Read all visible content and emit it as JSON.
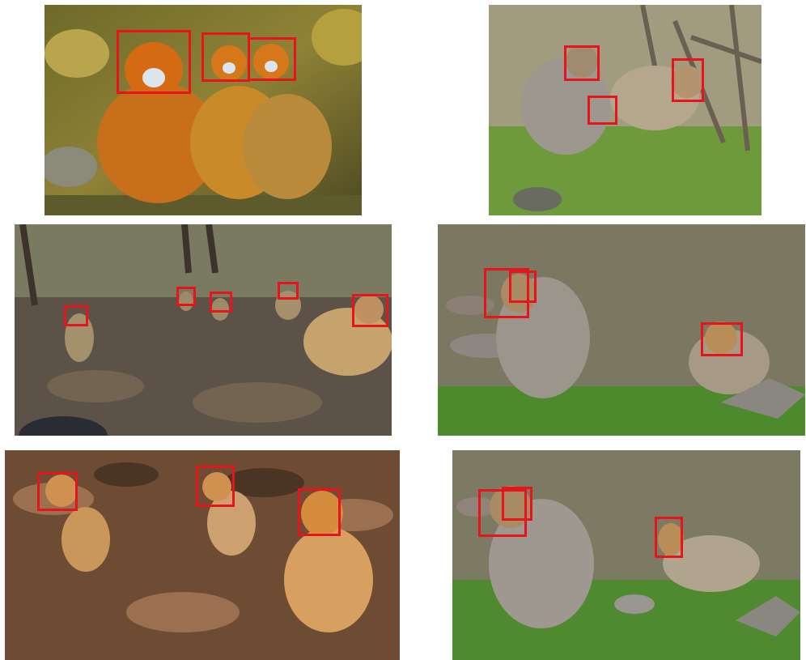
{
  "figure": {
    "panel_count": 6,
    "box_color": "#e8141c",
    "panels": [
      {
        "id": "p1",
        "subject": "golden-snub-nosed-monkeys-close-group",
        "detection_boxes": 3
      },
      {
        "id": "p2",
        "subject": "grey-monkeys-on-grass",
        "detection_boxes": 3
      },
      {
        "id": "p3",
        "subject": "monkeys-in-forest-leaf-litter",
        "detection_boxes": 5
      },
      {
        "id": "p4",
        "subject": "grey-monkeys-on-slope",
        "detection_boxes": 3
      },
      {
        "id": "p5",
        "subject": "golden-monkeys-on-dry-leaves",
        "detection_boxes": 3
      },
      {
        "id": "p6",
        "subject": "grey-monkeys-on-slope-closeup",
        "detection_boxes": 3
      }
    ]
  }
}
